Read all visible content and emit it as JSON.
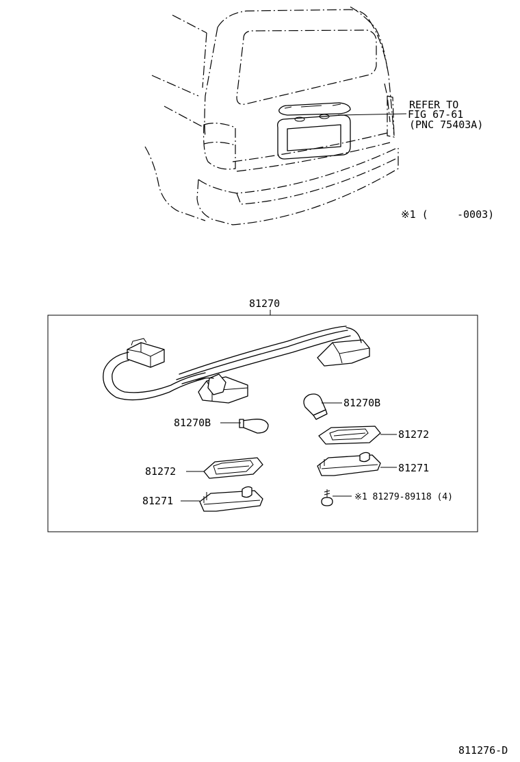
{
  "vehicle_view": {
    "refer_line1": "REFER TO",
    "refer_line2": "FIG 67-61",
    "refer_line3": "(PNC 75403A)",
    "note_mark": "※1 (",
    "note_range": "-0003)"
  },
  "assembly": {
    "part_number": "81270"
  },
  "parts": {
    "bulb_right": "81270B",
    "bulb_left": "81270B",
    "lens_right": "81272",
    "lens_left": "81272",
    "housing_right": "81271",
    "housing_left": "81271",
    "screw": "※1 81279-89118 (4)"
  },
  "footer": {
    "figure_code": "811276-D"
  }
}
